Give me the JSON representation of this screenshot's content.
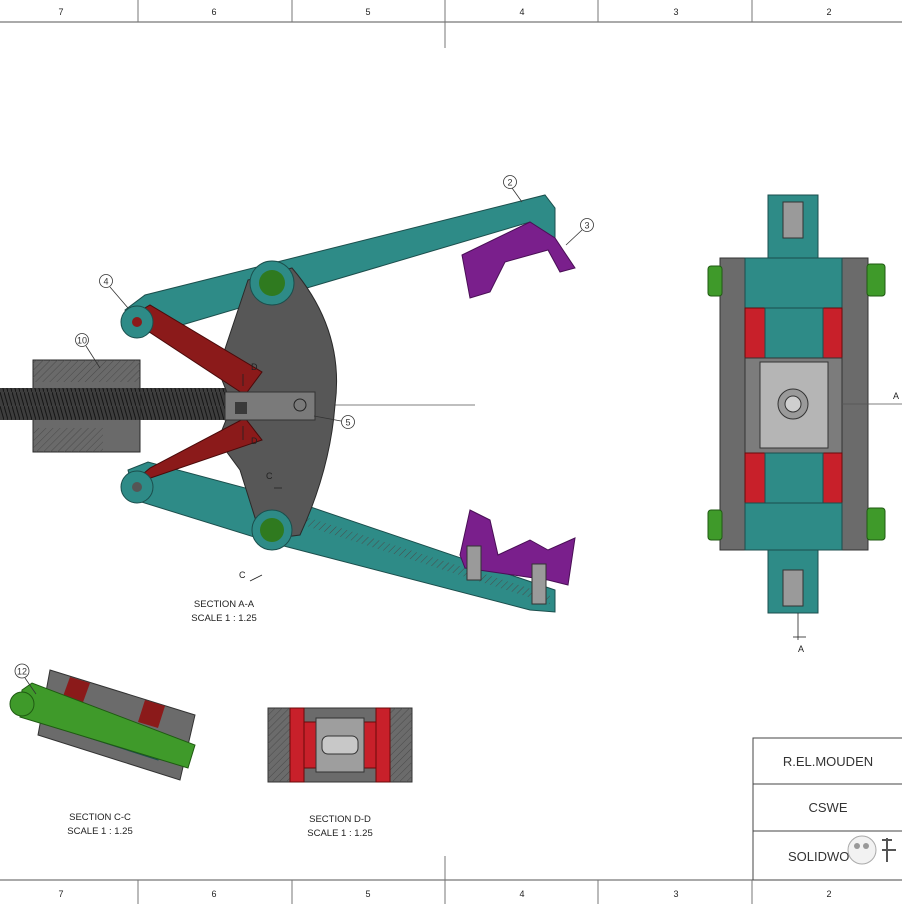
{
  "border": {
    "zones_top": [
      "7",
      "6",
      "5",
      "4",
      "3",
      "2"
    ],
    "zones_bottom": [
      "7",
      "6",
      "5",
      "4",
      "3",
      "2"
    ]
  },
  "callouts": [
    "2",
    "3",
    "4",
    "10",
    "5",
    "12"
  ],
  "section_marks": {
    "d_upper": "D",
    "d_lower": "D",
    "c_mid": "C",
    "c_bottom": "C",
    "a_right": "A",
    "a_bottom": "A"
  },
  "views": {
    "section_aa": {
      "name": "SECTION A-A",
      "scale": "SCALE 1 : 1.25"
    },
    "section_cc": {
      "name": "SECTION C-C",
      "scale": "SCALE 1 : 1.25"
    },
    "section_dd": {
      "name": "SECTION D-D",
      "scale": "SCALE 1 : 1.25"
    }
  },
  "title_block": {
    "author": "R.EL.MOUDEN",
    "cert": "CSWE",
    "software": "SOLIDWO"
  },
  "colors": {
    "teal": "#2e8b87",
    "maroon": "#8b1a1a",
    "purple": "#7a1f8c",
    "gray": "#6b6b6b",
    "red": "#c8202a",
    "green": "#3f9a2a"
  }
}
